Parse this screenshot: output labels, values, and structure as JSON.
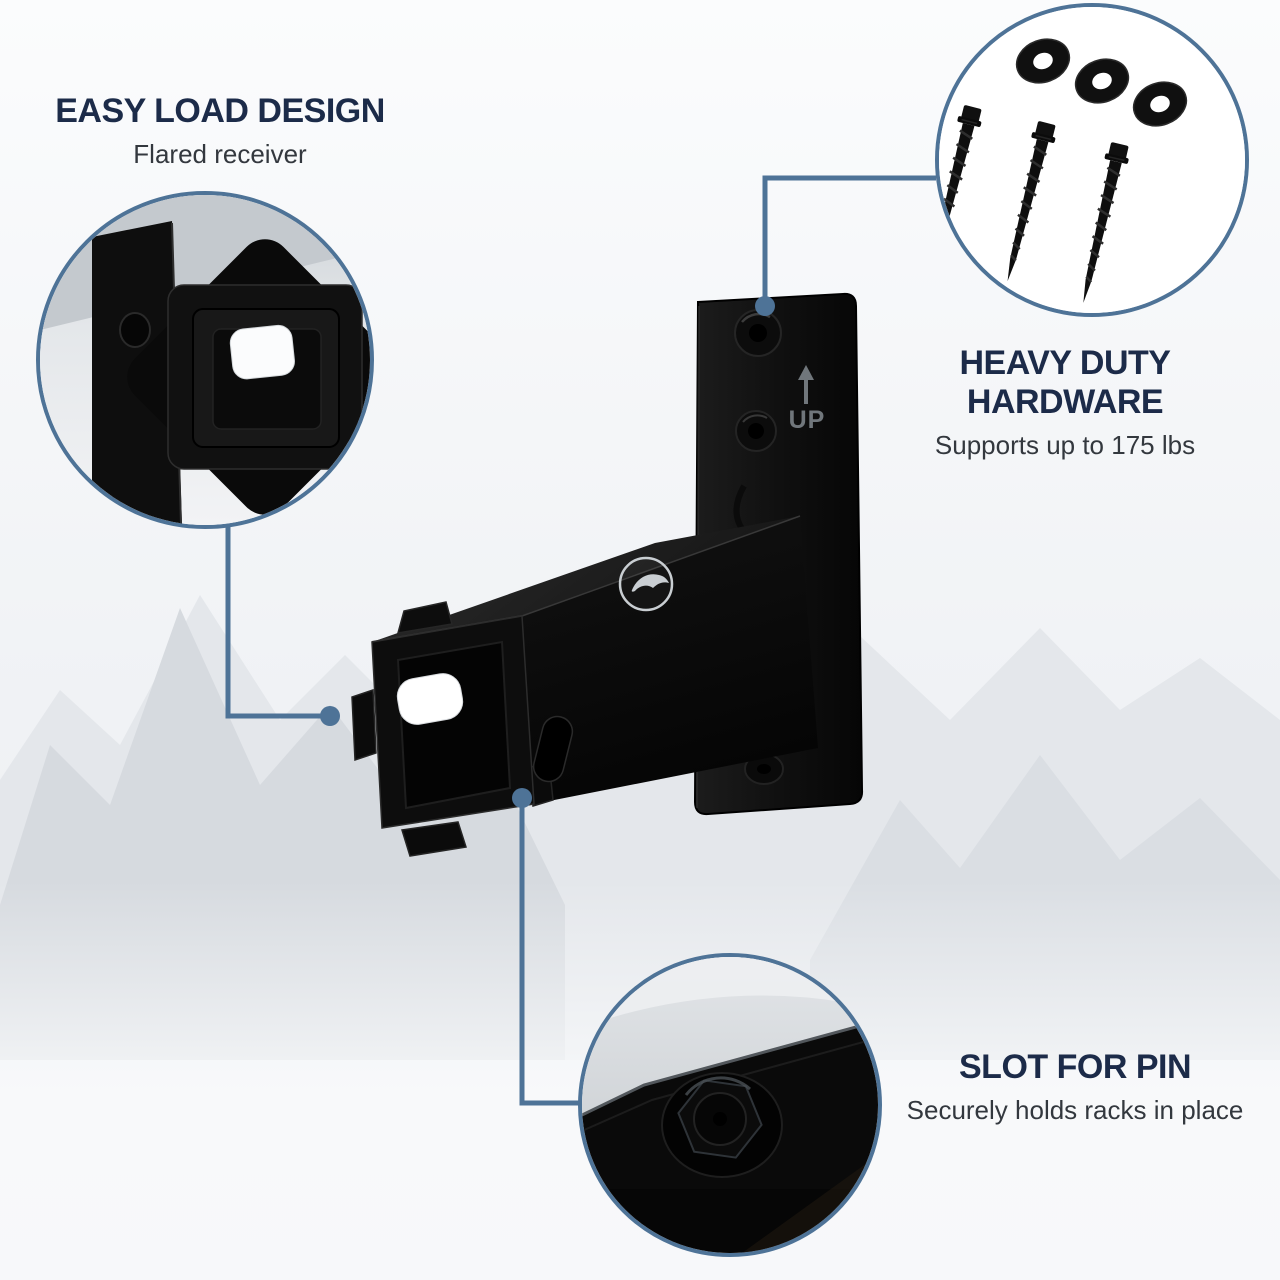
{
  "colors": {
    "accent": "#4e7397",
    "heading": "#1c2b49",
    "subtext": "#33383e",
    "background": "#f3f5f7"
  },
  "callouts": {
    "easy_load": {
      "title": "EASY LOAD DESIGN",
      "subtitle": "Flared receiver",
      "zoom_icon": "flared-receiver-closeup"
    },
    "hardware": {
      "title": "HEAVY DUTY HARDWARE",
      "subtitle": "Supports up to 175 lbs",
      "zoom_icon": "lag-screws-and-washers-closeup"
    },
    "pin_slot": {
      "title": "SLOT FOR PIN",
      "subtitle": "Securely holds racks in place",
      "zoom_icon": "hitch-pin-bolt-closeup"
    }
  },
  "product": {
    "up_label": "UP",
    "icons": {
      "up_arrow": "up-arrow-icon",
      "logo": "bird-logo-icon"
    }
  }
}
